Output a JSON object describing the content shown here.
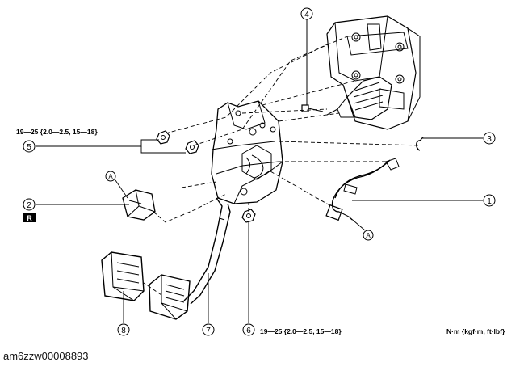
{
  "callouts": [
    {
      "id": "1",
      "label": "1"
    },
    {
      "id": "2",
      "label": "2"
    },
    {
      "id": "3",
      "label": "3"
    },
    {
      "id": "4",
      "label": "4"
    },
    {
      "id": "5",
      "label": "5"
    },
    {
      "id": "6",
      "label": "6"
    },
    {
      "id": "7",
      "label": "7"
    },
    {
      "id": "8",
      "label": "8"
    }
  ],
  "reference_letter": "A",
  "side_badge": "R",
  "torque_top": "19—25 {2.0—2.5, 15—18}",
  "torque_bottom": "19—25 {2.0—2.5, 15—18}",
  "units": "N·m {kgf·m, ft·lbf}",
  "caption": "am6zzw00008893"
}
